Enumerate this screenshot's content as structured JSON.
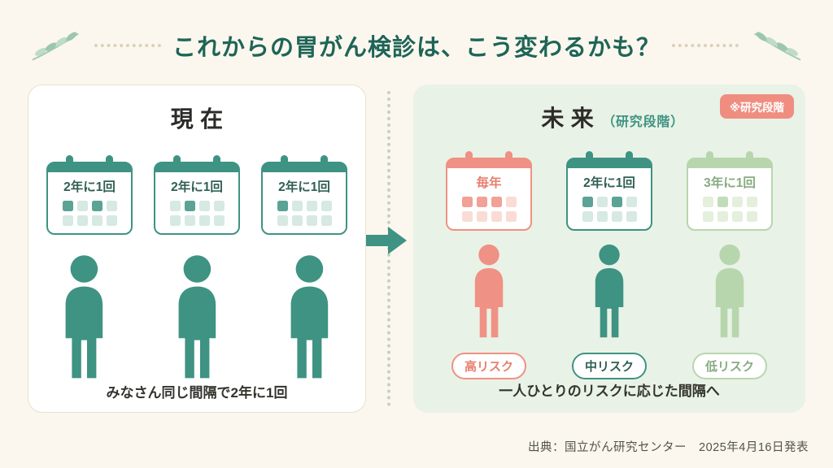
{
  "header": {
    "title": "これからの胃がん検診は、こう変わるかも？"
  },
  "left_panel": {
    "heading": "現在",
    "calendars": [
      {
        "label": "2年に1回"
      },
      {
        "label": "2年に1回"
      },
      {
        "label": "2年に1回"
      }
    ],
    "caption": "みなさん同じ間隔で2年に1回"
  },
  "right_panel": {
    "heading": "未来",
    "heading_note": "（研究段階）",
    "badge": "※研究段階",
    "columns": [
      {
        "calendar_label": "毎年",
        "risk_label": "高リスク",
        "color": "#ef9184"
      },
      {
        "calendar_label": "2年に1回",
        "risk_label": "中リスク",
        "color": "#3e9383"
      },
      {
        "calendar_label": "3年に1回",
        "risk_label": "低リスク",
        "color": "#b7d6ae"
      }
    ],
    "caption": "一人ひとりのリスクに応じた間隔へ"
  },
  "footer": {
    "source": "出典：国立がん研究センター　2025年4月16日発表"
  },
  "colors": {
    "background": "#fbf7ee",
    "title_green": "#1e6557",
    "teal": "#3e9383",
    "coral": "#ef9184",
    "light_green": "#b7d6ae",
    "right_panel_bg": "#e9f2e6"
  }
}
